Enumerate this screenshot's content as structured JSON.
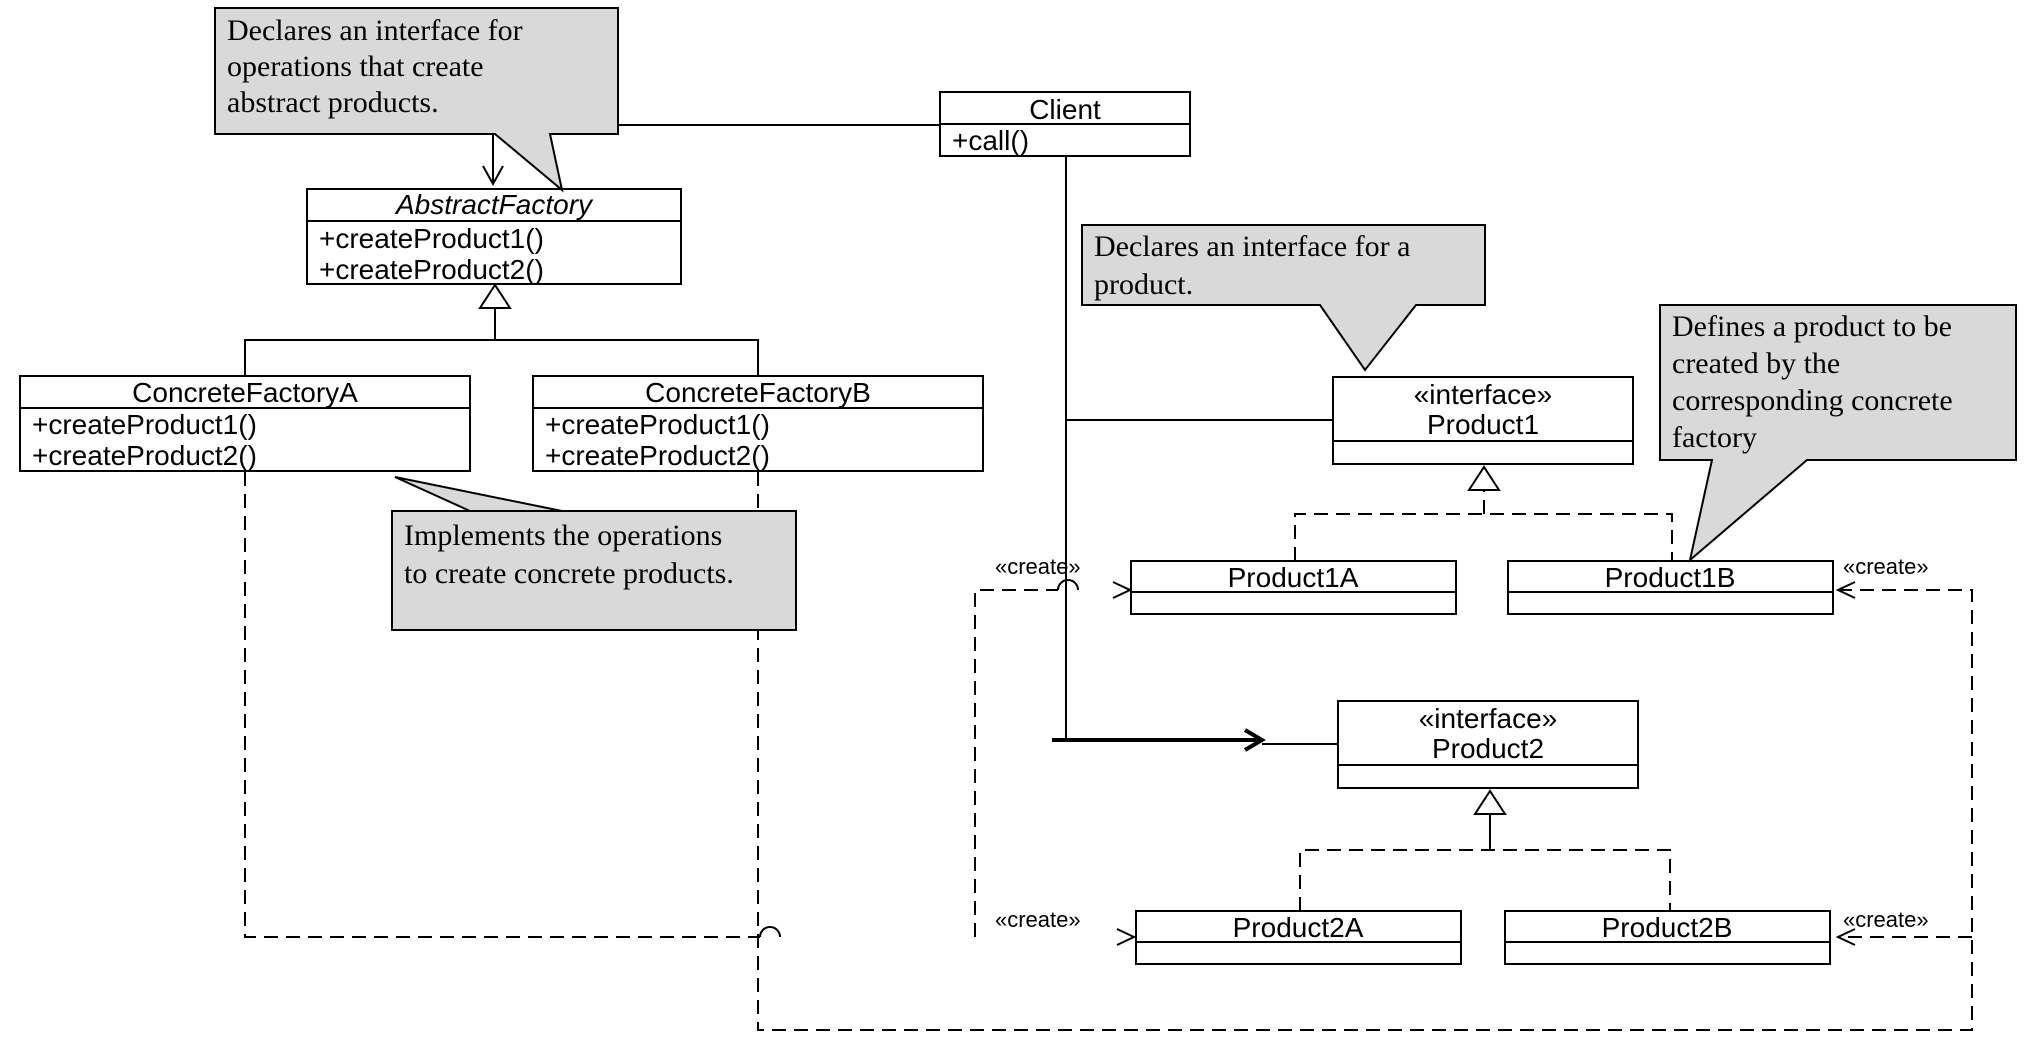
{
  "classes": {
    "client": {
      "name": "Client",
      "ops": [
        "+call()"
      ]
    },
    "abstract_factory": {
      "name": "AbstractFactory",
      "ops": [
        "+createProduct1()",
        "+createProduct2()"
      ]
    },
    "factory_a": {
      "name": "ConcreteFactoryA",
      "ops": [
        "+createProduct1()",
        "+createProduct2()"
      ]
    },
    "factory_b": {
      "name": "ConcreteFactoryB",
      "ops": [
        "+createProduct1()",
        "+createProduct2()"
      ]
    },
    "product1": {
      "stereotype": "«interface»",
      "name": "Product1"
    },
    "product2": {
      "stereotype": "«interface»",
      "name": "Product2"
    },
    "product1a": {
      "name": "Product1A"
    },
    "product1b": {
      "name": "Product1B"
    },
    "product2a": {
      "name": "Product2A"
    },
    "product2b": {
      "name": "Product2B"
    }
  },
  "notes": {
    "factory_interface": [
      "Declares an interface for",
      "operations that create",
      "abstract products."
    ],
    "product_interface": [
      "Declares an interface for a",
      "product."
    ],
    "concrete_product": [
      "Defines a product to be",
      "created by the",
      "corresponding concrete",
      "factory"
    ],
    "concrete_factory": [
      "Implements the operations",
      "to create concrete products."
    ]
  },
  "labels": {
    "create_p1a": "«create»",
    "create_p1b": "«create»",
    "create_p2a": "«create»",
    "create_p2b": "«create»"
  }
}
